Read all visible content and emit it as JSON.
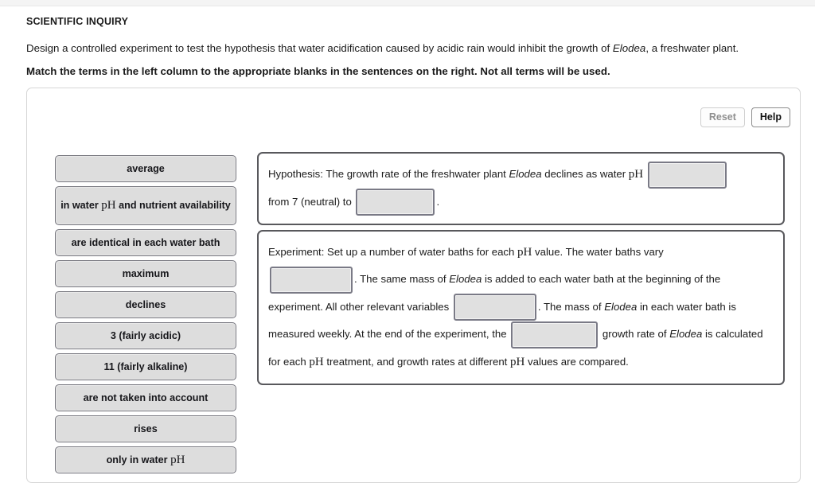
{
  "header": {
    "section_title": "SCIENTIFIC INQUIRY",
    "prompt_before_elodea": "Design a controlled experiment to test the hypothesis that water acidification caused by acidic rain would inhibit the growth of ",
    "prompt_elodea": "Elodea",
    "prompt_after_elodea": ", a freshwater plant.",
    "instruction": "Match the terms in the left column to the appropriate blanks in the sentences on the right. Not all terms will be used."
  },
  "toolbar": {
    "reset_label": "Reset",
    "help_label": "Help",
    "reset_state": "disabled",
    "help_state": "active"
  },
  "term_bank": {
    "terms": [
      {
        "id": "average",
        "text": "average",
        "lines": 1
      },
      {
        "id": "in-water-ph",
        "text": "in water pH and nutrient availability",
        "lines": 2,
        "ph": true
      },
      {
        "id": "are-identical",
        "text": "are identical in each water bath",
        "lines": 1
      },
      {
        "id": "maximum",
        "text": "maximum",
        "lines": 1
      },
      {
        "id": "declines",
        "text": "declines",
        "lines": 1
      },
      {
        "id": "three-acidic",
        "text": "3 (fairly acidic)",
        "lines": 1
      },
      {
        "id": "eleven-alkaline",
        "text": "11 (fairly alkaline)",
        "lines": 1
      },
      {
        "id": "not-taken",
        "text": "are not taken into account",
        "lines": 1
      },
      {
        "id": "rises",
        "text": "rises",
        "lines": 1
      },
      {
        "id": "only-in-water-ph",
        "text": "only in water pH",
        "lines": 1,
        "ph": true
      }
    ]
  },
  "sentences": {
    "hypothesis": {
      "t1": "Hypothesis: The growth rate of the freshwater plant ",
      "elodea1": "Elodea",
      "t2": " declines as water ",
      "ph1": "pH",
      "blank1_value": "",
      "t3": "from 7 (neutral) to ",
      "blank2_value": "",
      "t4": "."
    },
    "experiment": {
      "t1": "Experiment: Set up a number of water baths for each ",
      "ph1": "pH",
      "t2": " value. The water baths vary",
      "blank1_value": "",
      "t3": ". The same mass of ",
      "elodea1": "Elodea",
      "t4": " is added to each water bath at the beginning of the experiment. All other relevant variables ",
      "blank2_value": "",
      "t5": ". The mass of ",
      "elodea2": "Elodea",
      "t6": " in each water bath is measured weekly. At the end of the experiment, the ",
      "blank3_value": "",
      "t7": " growth rate of ",
      "elodea3": "Elodea",
      "t8": " is calculated for each ",
      "ph2": "pH",
      "t9": " treatment, and growth rates at different ",
      "ph3": "pH",
      "t10": " values are compared."
    }
  },
  "colors": {
    "tile_fill": "#dddddd",
    "tile_border": "#74747c",
    "blank_fill": "#e0e0e0",
    "blank_border": "#7a7a86",
    "box_border": "#58585c",
    "panel_border": "#d6d6d6",
    "text": "#1a1a1a",
    "disabled_text": "#8f8f8f"
  }
}
